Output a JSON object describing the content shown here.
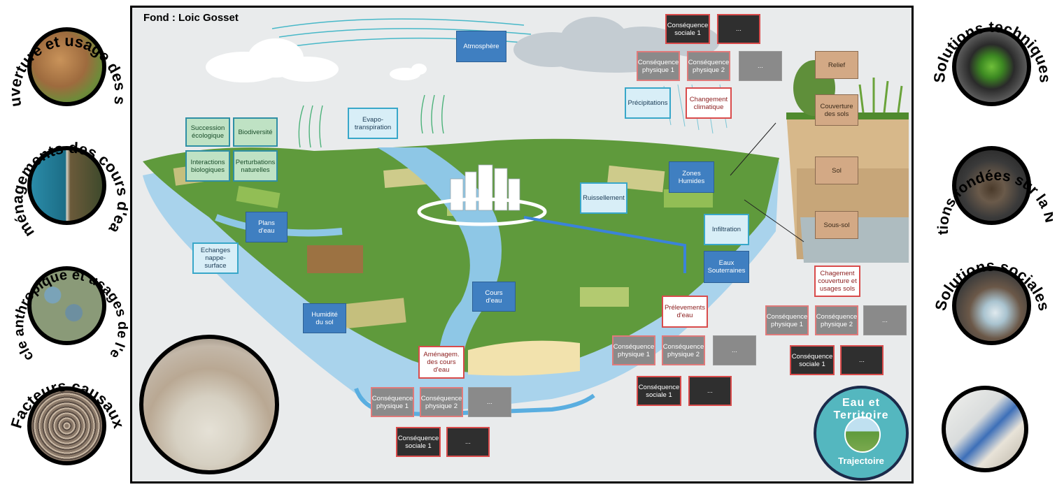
{
  "credit": "Fond : Loic Gosset",
  "left_circles": [
    {
      "title": "Couverture et usage des sols"
    },
    {
      "title": "Aménagements des cours d'eau"
    },
    {
      "title": "Cycle anthropique et usages de l'eau"
    },
    {
      "title": "Facteurs causaux"
    }
  ],
  "right_circles": [
    {
      "title": "Solutions techniques"
    },
    {
      "title": "Solutions fondées sur la Nature"
    },
    {
      "title": "Solutions sociales"
    }
  ],
  "logo": {
    "line1": "Eau et Territoire",
    "line2": "Trajectoire"
  },
  "labels": {
    "atmosphere": "Atmosphère",
    "evapo": "Evapo-\ntranspiration",
    "succession": "Succession\nécologique",
    "biodiversite": "Biodiversité",
    "interactions": "Interactions\nbiologiques",
    "perturbations": "Perturbations\nnaturelles",
    "plans_eau": "Plans\nd'eau",
    "echanges": "Echanges\nnappe-surface",
    "humidite": "Humidité\ndu sol",
    "cours_eau": "Cours\nd'eau",
    "ruissellement": "Ruissellement",
    "zones_humides": "Zones\nHumides",
    "infiltration": "Infiltration",
    "eaux_sout": "Eaux\nSouterraines",
    "precipitations": "Précipitations",
    "changement_clim": "Changement\nclimatique",
    "relief": "Relief",
    "couverture_sols": "Couverture\ndes sols",
    "sol": "Sol",
    "sous_sol": "Sous-sol",
    "chagement_couv": "Chagement\ncouverture et\nusages sols",
    "prelevements": "Prélevements\nd'eau",
    "amenagem": "Aménagem.\ndes cours\nd'eau",
    "csq_phys1": "Conséquence\nphysique 1",
    "csq_phys2": "Conséquence\nphysique 2",
    "csq_soc1": "Conséquence\nsociale 1",
    "dots": "..."
  }
}
